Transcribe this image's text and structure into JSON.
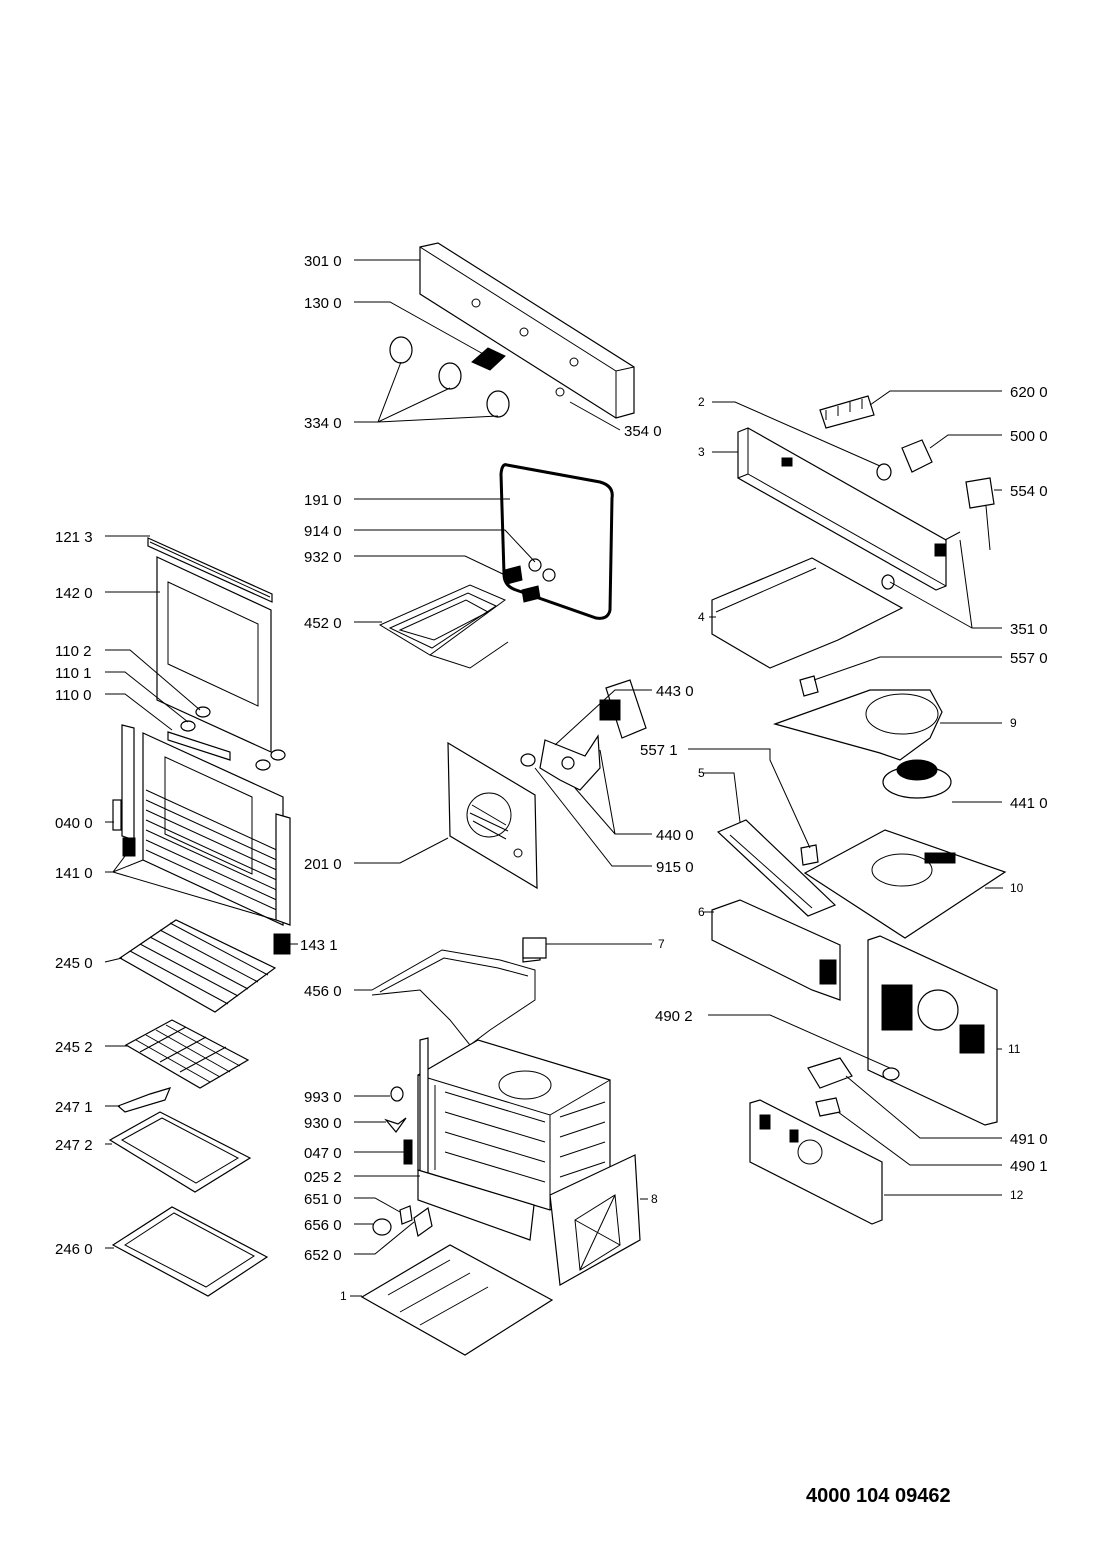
{
  "document_number": "4000 104 09462",
  "part_labels": [
    {
      "id": "p3010",
      "text": "301 0"
    },
    {
      "id": "p1300",
      "text": "130 0"
    },
    {
      "id": "p3340",
      "text": "334 0"
    },
    {
      "id": "p3540",
      "text": "354 0"
    },
    {
      "id": "p1910",
      "text": "191 0"
    },
    {
      "id": "p9140",
      "text": "914 0"
    },
    {
      "id": "p9320",
      "text": "932 0"
    },
    {
      "id": "p4520",
      "text": "452 0"
    },
    {
      "id": "p1213",
      "text": "121 3"
    },
    {
      "id": "p1420",
      "text": "142 0"
    },
    {
      "id": "p1102",
      "text": "110 2"
    },
    {
      "id": "p1101",
      "text": "110 1"
    },
    {
      "id": "p1100",
      "text": "110 0"
    },
    {
      "id": "p0400",
      "text": "040 0"
    },
    {
      "id": "p1410",
      "text": "141 0"
    },
    {
      "id": "p1431",
      "text": "143 1"
    },
    {
      "id": "p2450",
      "text": "245 0"
    },
    {
      "id": "p2452",
      "text": "245 2"
    },
    {
      "id": "p2471",
      "text": "247 1"
    },
    {
      "id": "p2472",
      "text": "247 2"
    },
    {
      "id": "p2460",
      "text": "246 0"
    },
    {
      "id": "p2010",
      "text": "201 0"
    },
    {
      "id": "p4560",
      "text": "456 0"
    },
    {
      "id": "p9930",
      "text": "993 0"
    },
    {
      "id": "p9300",
      "text": "930 0"
    },
    {
      "id": "p0470",
      "text": "047 0"
    },
    {
      "id": "p0252",
      "text": "025 2"
    },
    {
      "id": "p6510",
      "text": "651 0"
    },
    {
      "id": "p6560",
      "text": "656 0"
    },
    {
      "id": "p6520",
      "text": "652 0"
    },
    {
      "id": "p1",
      "text": "1"
    },
    {
      "id": "p6200",
      "text": "620 0"
    },
    {
      "id": "p2",
      "text": "2"
    },
    {
      "id": "p3",
      "text": "3"
    },
    {
      "id": "p5000",
      "text": "500 0"
    },
    {
      "id": "p5540",
      "text": "554 0"
    },
    {
      "id": "p3510",
      "text": "351 0"
    },
    {
      "id": "p4",
      "text": "4"
    },
    {
      "id": "p5570",
      "text": "557 0"
    },
    {
      "id": "p4430",
      "text": "443 0"
    },
    {
      "id": "p9",
      "text": "9"
    },
    {
      "id": "p5571",
      "text": "557 1"
    },
    {
      "id": "p4410",
      "text": "441 0"
    },
    {
      "id": "p5",
      "text": "5"
    },
    {
      "id": "p4400",
      "text": "440 0"
    },
    {
      "id": "p9150",
      "text": "915 0"
    },
    {
      "id": "p10",
      "text": "10"
    },
    {
      "id": "p6",
      "text": "6"
    },
    {
      "id": "p7",
      "text": "7"
    },
    {
      "id": "p4902",
      "text": "490 2"
    },
    {
      "id": "p11",
      "text": "11"
    },
    {
      "id": "p4910",
      "text": "491 0"
    },
    {
      "id": "p4901",
      "text": "490 1"
    },
    {
      "id": "p12",
      "text": "12"
    },
    {
      "id": "p8",
      "text": "8"
    }
  ]
}
